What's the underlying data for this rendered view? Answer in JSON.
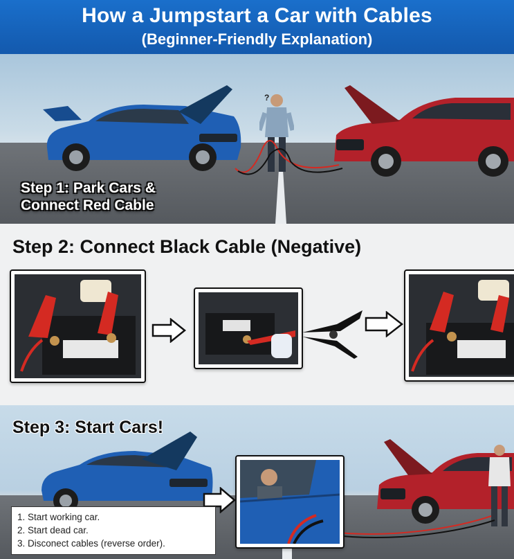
{
  "header": {
    "title": "How a Jumpstart a Car with Cables",
    "subtitle": "(Beginner-Friendly Explanation)"
  },
  "step1": {
    "caption_line1": "Step 1: Park Cars &",
    "caption_line2": "Connect Red Cable",
    "question_mark": "?"
  },
  "step2": {
    "title": "Step 2: Connect Black Cable (Negative)"
  },
  "step3": {
    "title": "Step 3: Start Cars!",
    "instructions": [
      "1. Start working car.",
      "2. Start dead car.",
      "3. Disconect cables (reverse order)."
    ]
  },
  "colors": {
    "header_blue": "#1766c1",
    "car_blue": "#1f5fb4",
    "car_red": "#b3212a",
    "cable_red": "#d42a22",
    "cable_black": "#111111"
  }
}
